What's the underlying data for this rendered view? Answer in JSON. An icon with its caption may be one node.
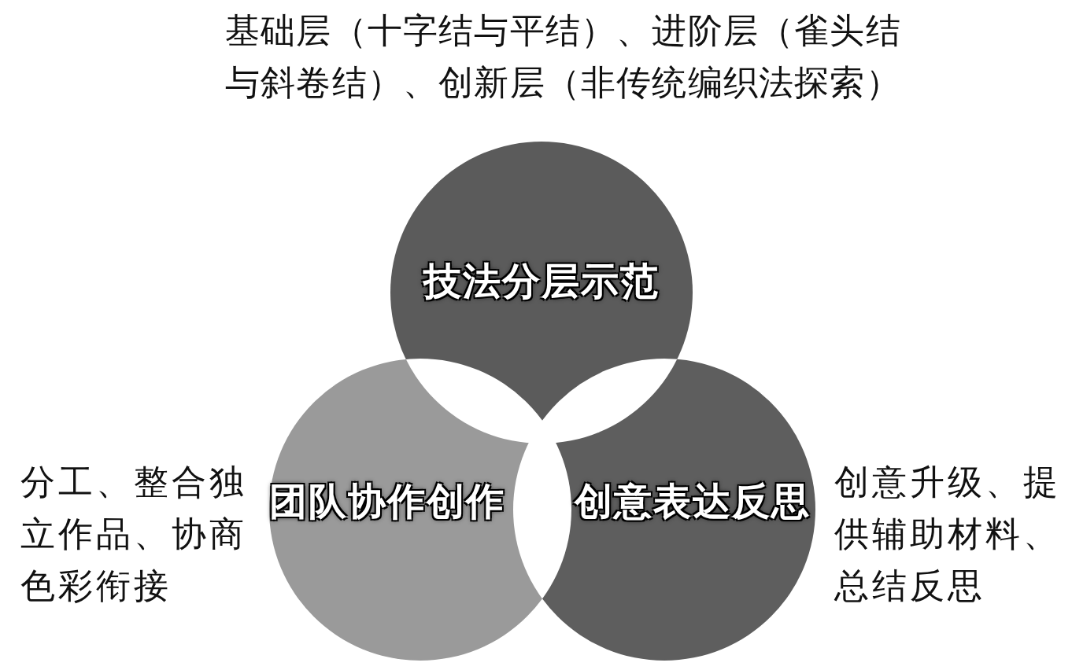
{
  "diagram": {
    "nodes": [
      {
        "text": [
          "技法分层示范"
        ],
        "beside": [
          "基础层（十字结与平结）、进阶层（雀头结与斜卷结）、创新层（非传统编织法探索）"
        ]
      },
      {
        "text": [
          "团队协作创作"
        ],
        "beside": [
          "分工、整合独立作品、协商色彩衔接"
        ]
      },
      {
        "text": [
          "创意表达反思"
        ],
        "beside": [
          "创意升级、提供辅助材料、总结反思"
        ]
      }
    ]
  }
}
